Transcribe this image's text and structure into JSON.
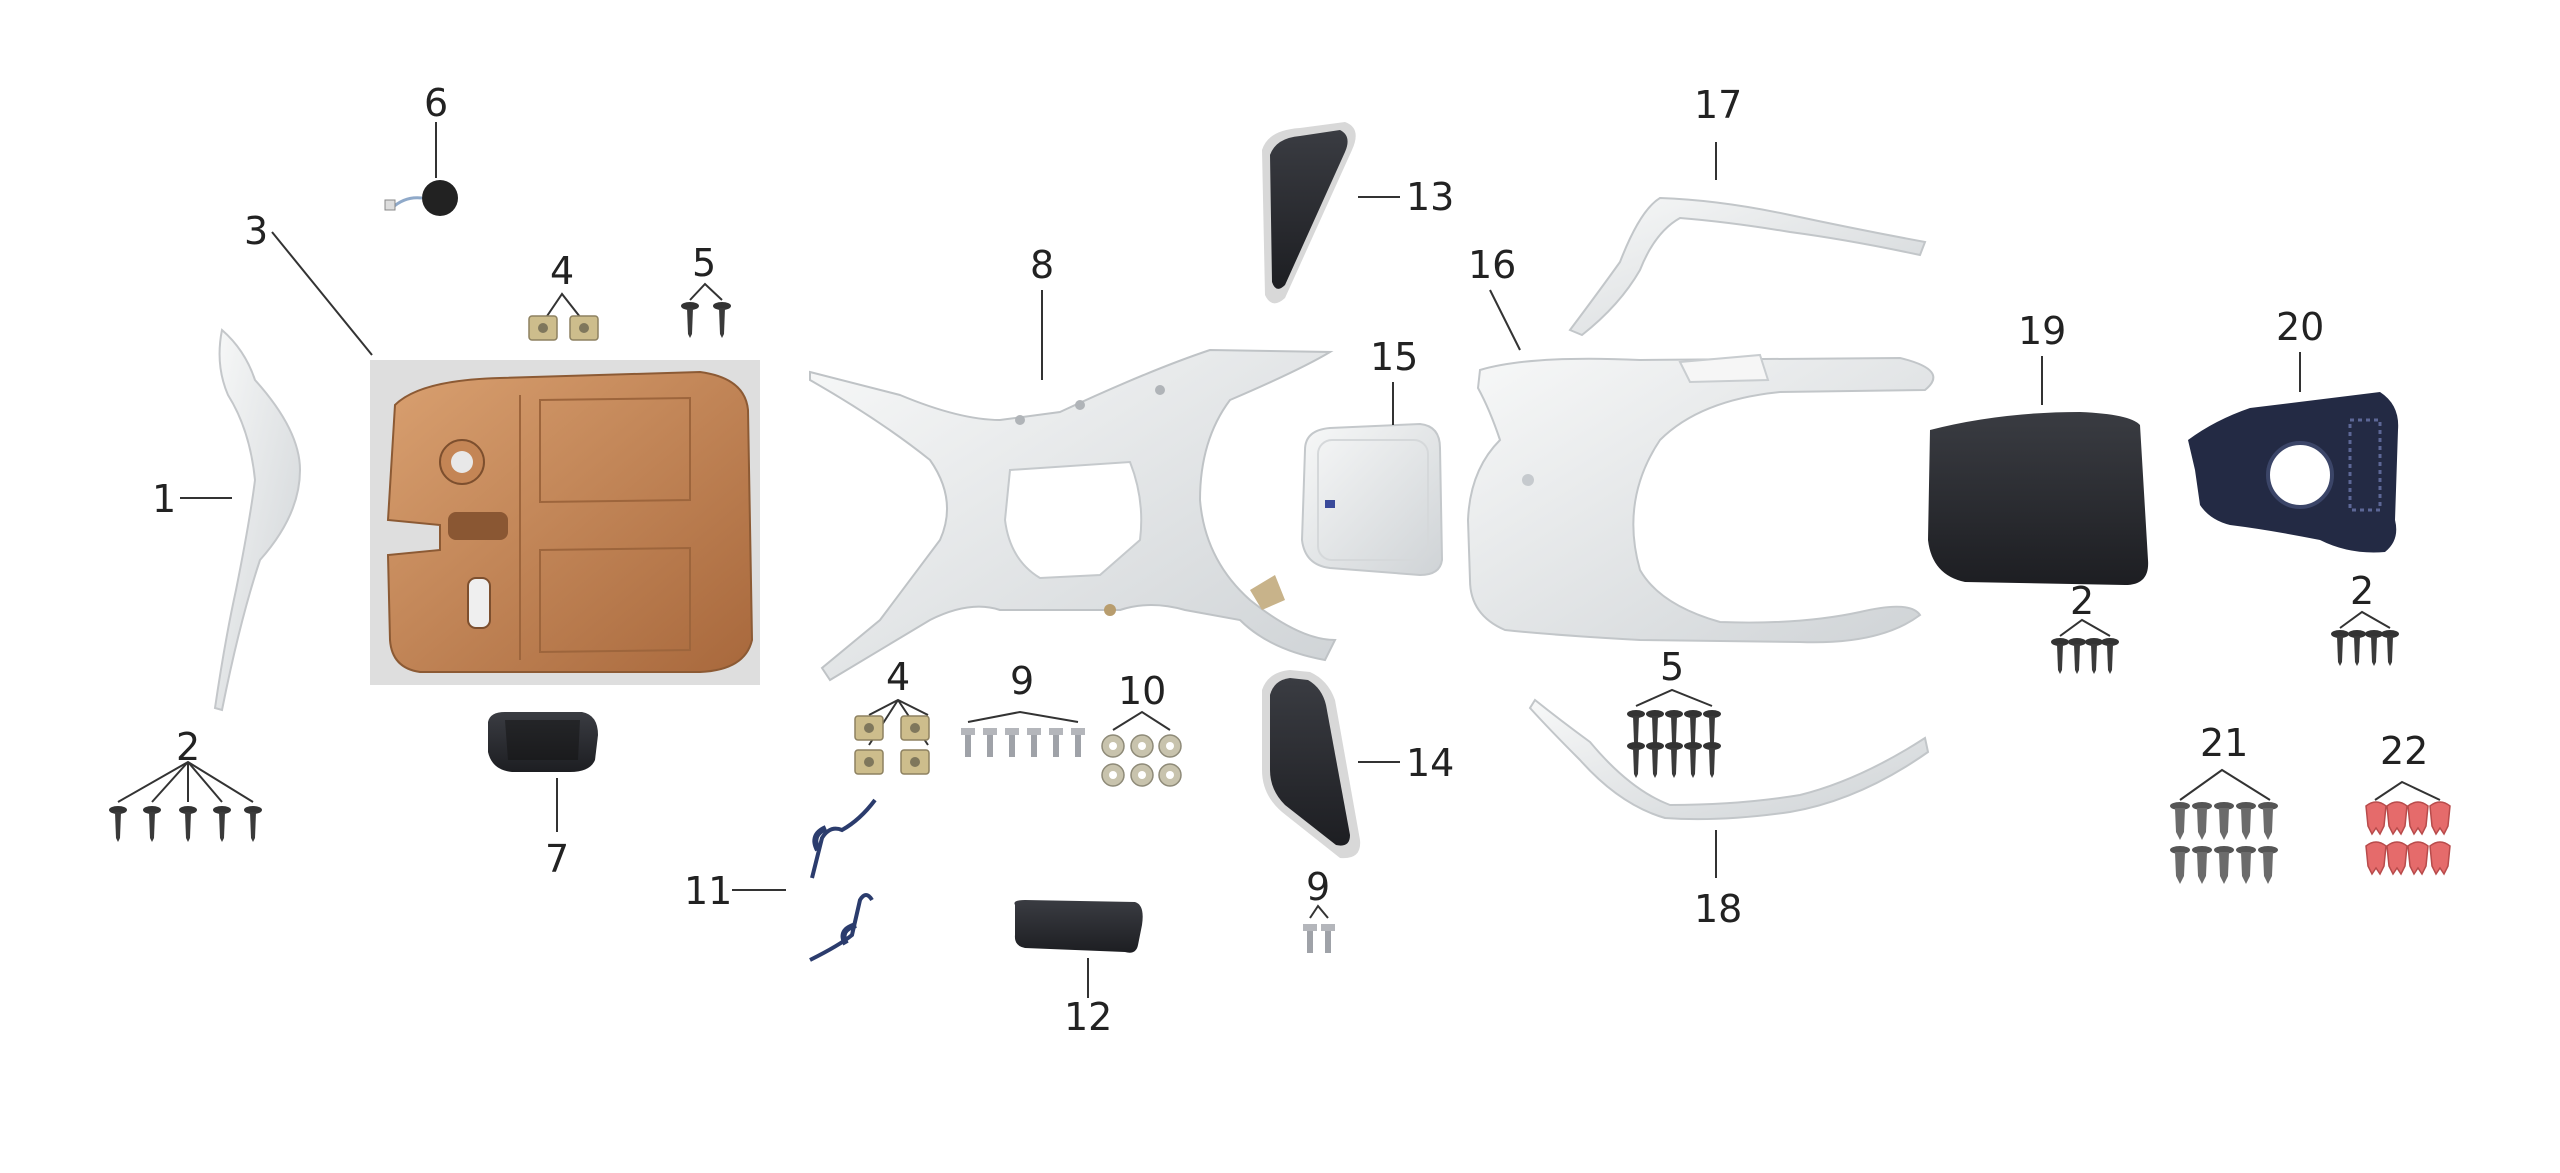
{
  "diagram": {
    "labels": {
      "p1": "1",
      "p2a": "2",
      "p2b": "2",
      "p2c": "2",
      "p3": "3",
      "p4a": "4",
      "p4b": "4",
      "p5a": "5",
      "p5b": "5",
      "p6": "6",
      "p7": "7",
      "p8": "8",
      "p9a": "9",
      "p9b": "9",
      "p10": "10",
      "p11": "11",
      "p12": "12",
      "p13": "13",
      "p14": "14",
      "p15": "15",
      "p16": "16",
      "p17": "17",
      "p18": "18",
      "p19": "19",
      "p20": "20",
      "p21": "21",
      "p22": "22"
    },
    "colors": {
      "plastic_white": "#eceeee",
      "plastic_shade": "#c9cdd0",
      "copper": "#c98a5c",
      "copper_dark": "#9c6238",
      "panel_bg": "#dedede",
      "black": "#2a2c30",
      "zinc": "#c9b98a",
      "screw": "#3a3a3a",
      "bolt": "#a8aab0",
      "clip_red": "#e86a6a"
    }
  }
}
